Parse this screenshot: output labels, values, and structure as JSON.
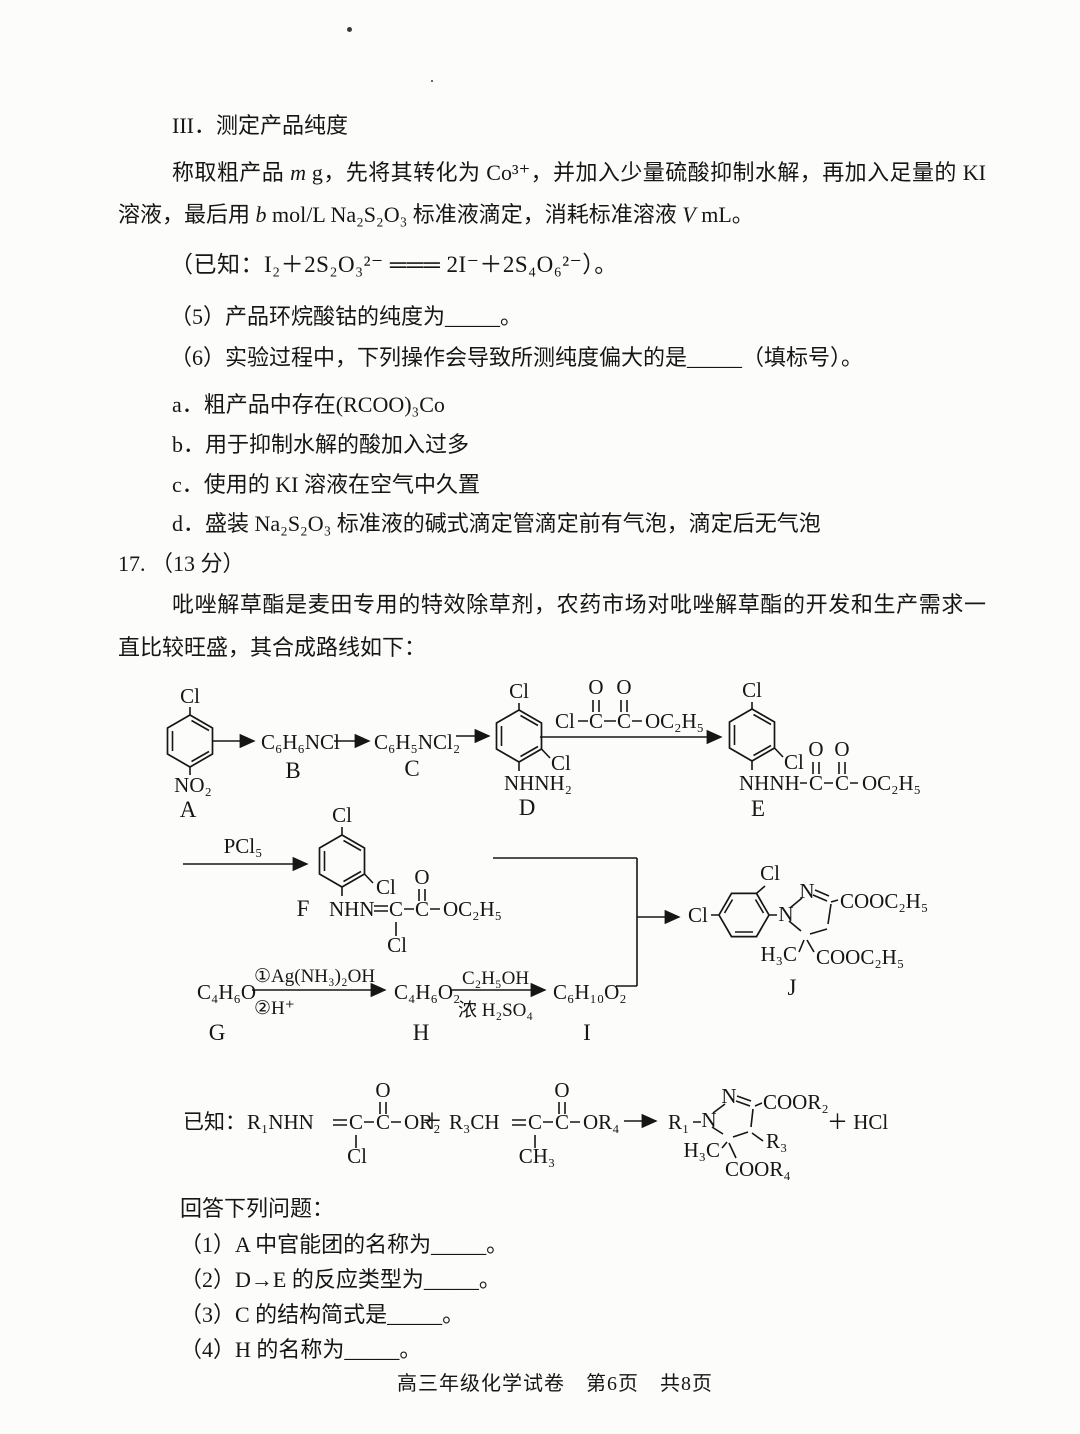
{
  "sec3": {
    "heading": "III．测定产品纯度",
    "p1_pre": "称取粗产品 ",
    "p1_m": "m",
    "p1_post": " g，先将其转化为 Co³⁺，并加入少量硫酸抑制水解，再加入足量的 KI",
    "p2_pre": "溶液，最后用 ",
    "p2_b": "b",
    "p2_mid": " mol/L Na₂S₂O₃ 标准液滴定，消耗标准溶液 ",
    "p2_v": "V",
    "p2_post": " mL。",
    "known": "（已知：I₂＋2S₂O₃²⁻ ═══ 2I⁻＋2S₄O₆²⁻）。",
    "q5": "（5）产品环烷酸钴的纯度为_____。",
    "q6": "（6）实验过程中，下列操作会导致所测纯度偏大的是_____（填标号）。",
    "opt_a": "a．粗产品中存在(RCOO)₃Co",
    "opt_b": "b．用于抑制水解的酸加入过多",
    "opt_c": "c．使用的 KI 溶液在空气中久置",
    "opt_d": "d．盛装 Na₂S₂O₃ 标准液的碱式滴定管滴定前有气泡，滴定后无气泡"
  },
  "q17": {
    "number": "17. （13 分）",
    "intro1": "吡唑解草酯是麦田专用的特效除草剂，农药市场对吡唑解草酯的开发和生产需求一",
    "intro2": "直比较旺盛，其合成路线如下：",
    "answer_prompt": "回答下列问题：",
    "sub1": "（1）A 中官能团的名称为_____。",
    "sub2": "（2）D→E 的反应类型为_____。",
    "sub3": "（3）C 的结构简式是_____。",
    "sub4": "（4）H 的名称为_____。"
  },
  "scheme": {
    "a_cl": "Cl",
    "a_no2": "NO₂",
    "a_label": "A",
    "b_formula": "C₆H₆NCl",
    "b_label": "B",
    "c_formula": "C₆H₅NCl₂",
    "c_label": "C",
    "d_cl_top": "Cl",
    "d_cl_ortho": "Cl",
    "d_nhnh2": "NHNH₂",
    "d_label": "D",
    "r1_cl": "Cl",
    "r1_c1": "C",
    "r1_c2": "C",
    "r1_o1": "O",
    "r1_o2": "O",
    "r1_oet": "OC₂H₅",
    "e_cl_top": "Cl",
    "e_cl_ortho": "Cl",
    "e_nhnh": "NHNH",
    "e_c1": "C",
    "e_c2": "C",
    "e_o1": "O",
    "e_o2": "O",
    "e_oet": "OC₂H₅",
    "e_label": "E",
    "pcl5": "PCl₅",
    "f_cl_top": "Cl",
    "f_cl_ortho": "Cl",
    "f_label": "F",
    "f_nhn": "NHN",
    "f_c1": "C",
    "f_cl_down": "Cl",
    "f_c2": "C",
    "f_o": "O",
    "f_oet": "OC₂H₅",
    "g_formula": "C₄H₆O",
    "g_label": "G",
    "g_above": "①Ag(NH₃)₂OH",
    "g_below": "②H⁺",
    "h_formula": "C₄H₆O₂",
    "h_label": "H",
    "h_above": "C₂H₅OH",
    "h_below": "浓 H₂SO₄",
    "i_formula": "C₆H₁₀O₂",
    "i_label": "I",
    "j_cl_left": "Cl",
    "j_cl_top": "Cl",
    "j_n1": "N",
    "j_n2": "N",
    "j_ester_top": "COOC₂H₅",
    "j_h3c": "H₃C",
    "j_ester_bottom": "COOC₂H₅",
    "j_label": "J",
    "known_prefix": "已知：",
    "k1_r1nhn": "R₁NHN",
    "k1_c1": "C",
    "k1_cl": "Cl",
    "k1_c2": "C",
    "k1_o": "O",
    "k1_or2": "OR₂",
    "plus": "＋",
    "k2_r3ch": "R₃CH",
    "k2_c1": "C",
    "k2_ch3": "CH₃",
    "k2_c2": "C",
    "k2_o": "O",
    "k2_or4": "OR₄",
    "p_r1": "R₁",
    "p_n1": "N",
    "p_n2": "N",
    "p_coor2": "COOR₂",
    "p_r3": "R₃",
    "p_h3c": "H₃C",
    "p_coor4": "COOR₄",
    "p_hcl": "＋ HCl"
  },
  "footer": "高三年级化学试卷　第6页　共8页"
}
